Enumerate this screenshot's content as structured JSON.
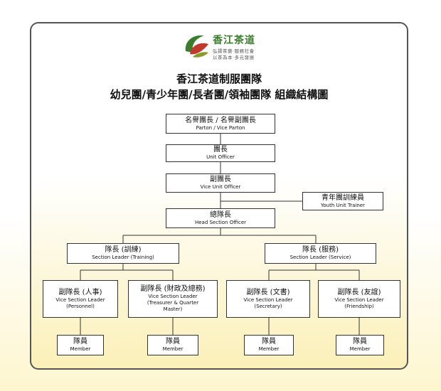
{
  "brand": {
    "name": "香江茶道",
    "tagline_1": "弘揚茶藝‧服務社會",
    "tagline_2": "以茶為本‧多元發展"
  },
  "title": {
    "line1": "香江茶道制服團隊",
    "line2": "幼兒團/青少年團/長者團/領袖團隊 組織結構圖"
  },
  "nodes": {
    "patron": {
      "zh": "名譽團長 / 名譽副團長",
      "en": "Parton / Vice Parton"
    },
    "unit_officer": {
      "zh": "團長",
      "en": "Unit Officer"
    },
    "vice_unit_officer": {
      "zh": "副團長",
      "en": "Vice Unit Officer"
    },
    "youth_trainer": {
      "zh": "青年團訓練員",
      "en": "Youth Unit Trainer"
    },
    "head_section": {
      "zh": "總隊長",
      "en": "Head Section Officer"
    },
    "leader_training": {
      "zh": "隊長 (訓練)",
      "en": "Section Leader (Training)"
    },
    "leader_service": {
      "zh": "隊長 (服務)",
      "en": "Section Leader (Service)"
    },
    "vice_personnel": {
      "zh": "副隊長 (人事)",
      "en1": "Vice Section Leader",
      "en2": "(Personnel)"
    },
    "vice_treasurer": {
      "zh": "副隊長 (財政及總務)",
      "en1": "Vice Section Leader",
      "en2": "(Treasurer & Quarter",
      "en3": "Master)"
    },
    "vice_secretary": {
      "zh": "副隊長 (文書)",
      "en1": "Vice Section Leader",
      "en2": "(Secretary)"
    },
    "vice_friendship": {
      "zh": "副隊長 (友誼)",
      "en1": "Vice Section Leader",
      "en2": "(Friendship)"
    },
    "member": {
      "zh": "隊員",
      "en": "Member"
    }
  },
  "colors": {
    "logo_green": "#3a7d2c",
    "logo_red": "#c0392b",
    "logo_olive": "#8a9a2b",
    "line": "#333333"
  }
}
